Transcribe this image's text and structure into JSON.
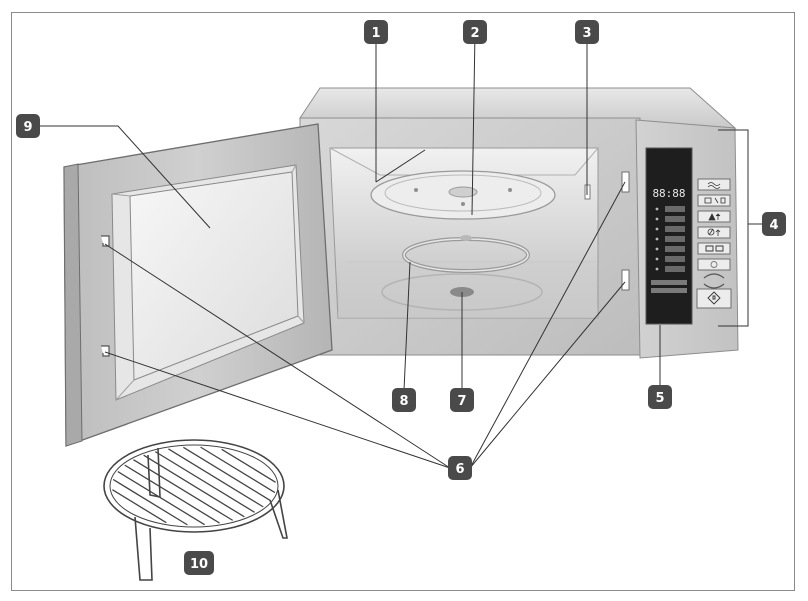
{
  "callouts": [
    "1",
    "2",
    "3",
    "4",
    "5",
    "6",
    "7",
    "8",
    "9",
    "10"
  ],
  "display": {
    "readout": "88:88"
  },
  "colors": {
    "badge": "#4a4a4a",
    "body_light": "#dcdcdc",
    "body_mid": "#bdbdbd",
    "body_dark": "#9a9a9a",
    "display": "#1e1e1e",
    "outline": "#6e6e6e"
  },
  "icons": {
    "panel_buttons": [
      "microwave-icon",
      "grill-combo-icon",
      "defrost-weight-icon",
      "defrost-time-icon",
      "clock-icon",
      "stop-icon",
      "arrow-up-icon",
      "arrow-down-icon",
      "start-icon"
    ]
  }
}
